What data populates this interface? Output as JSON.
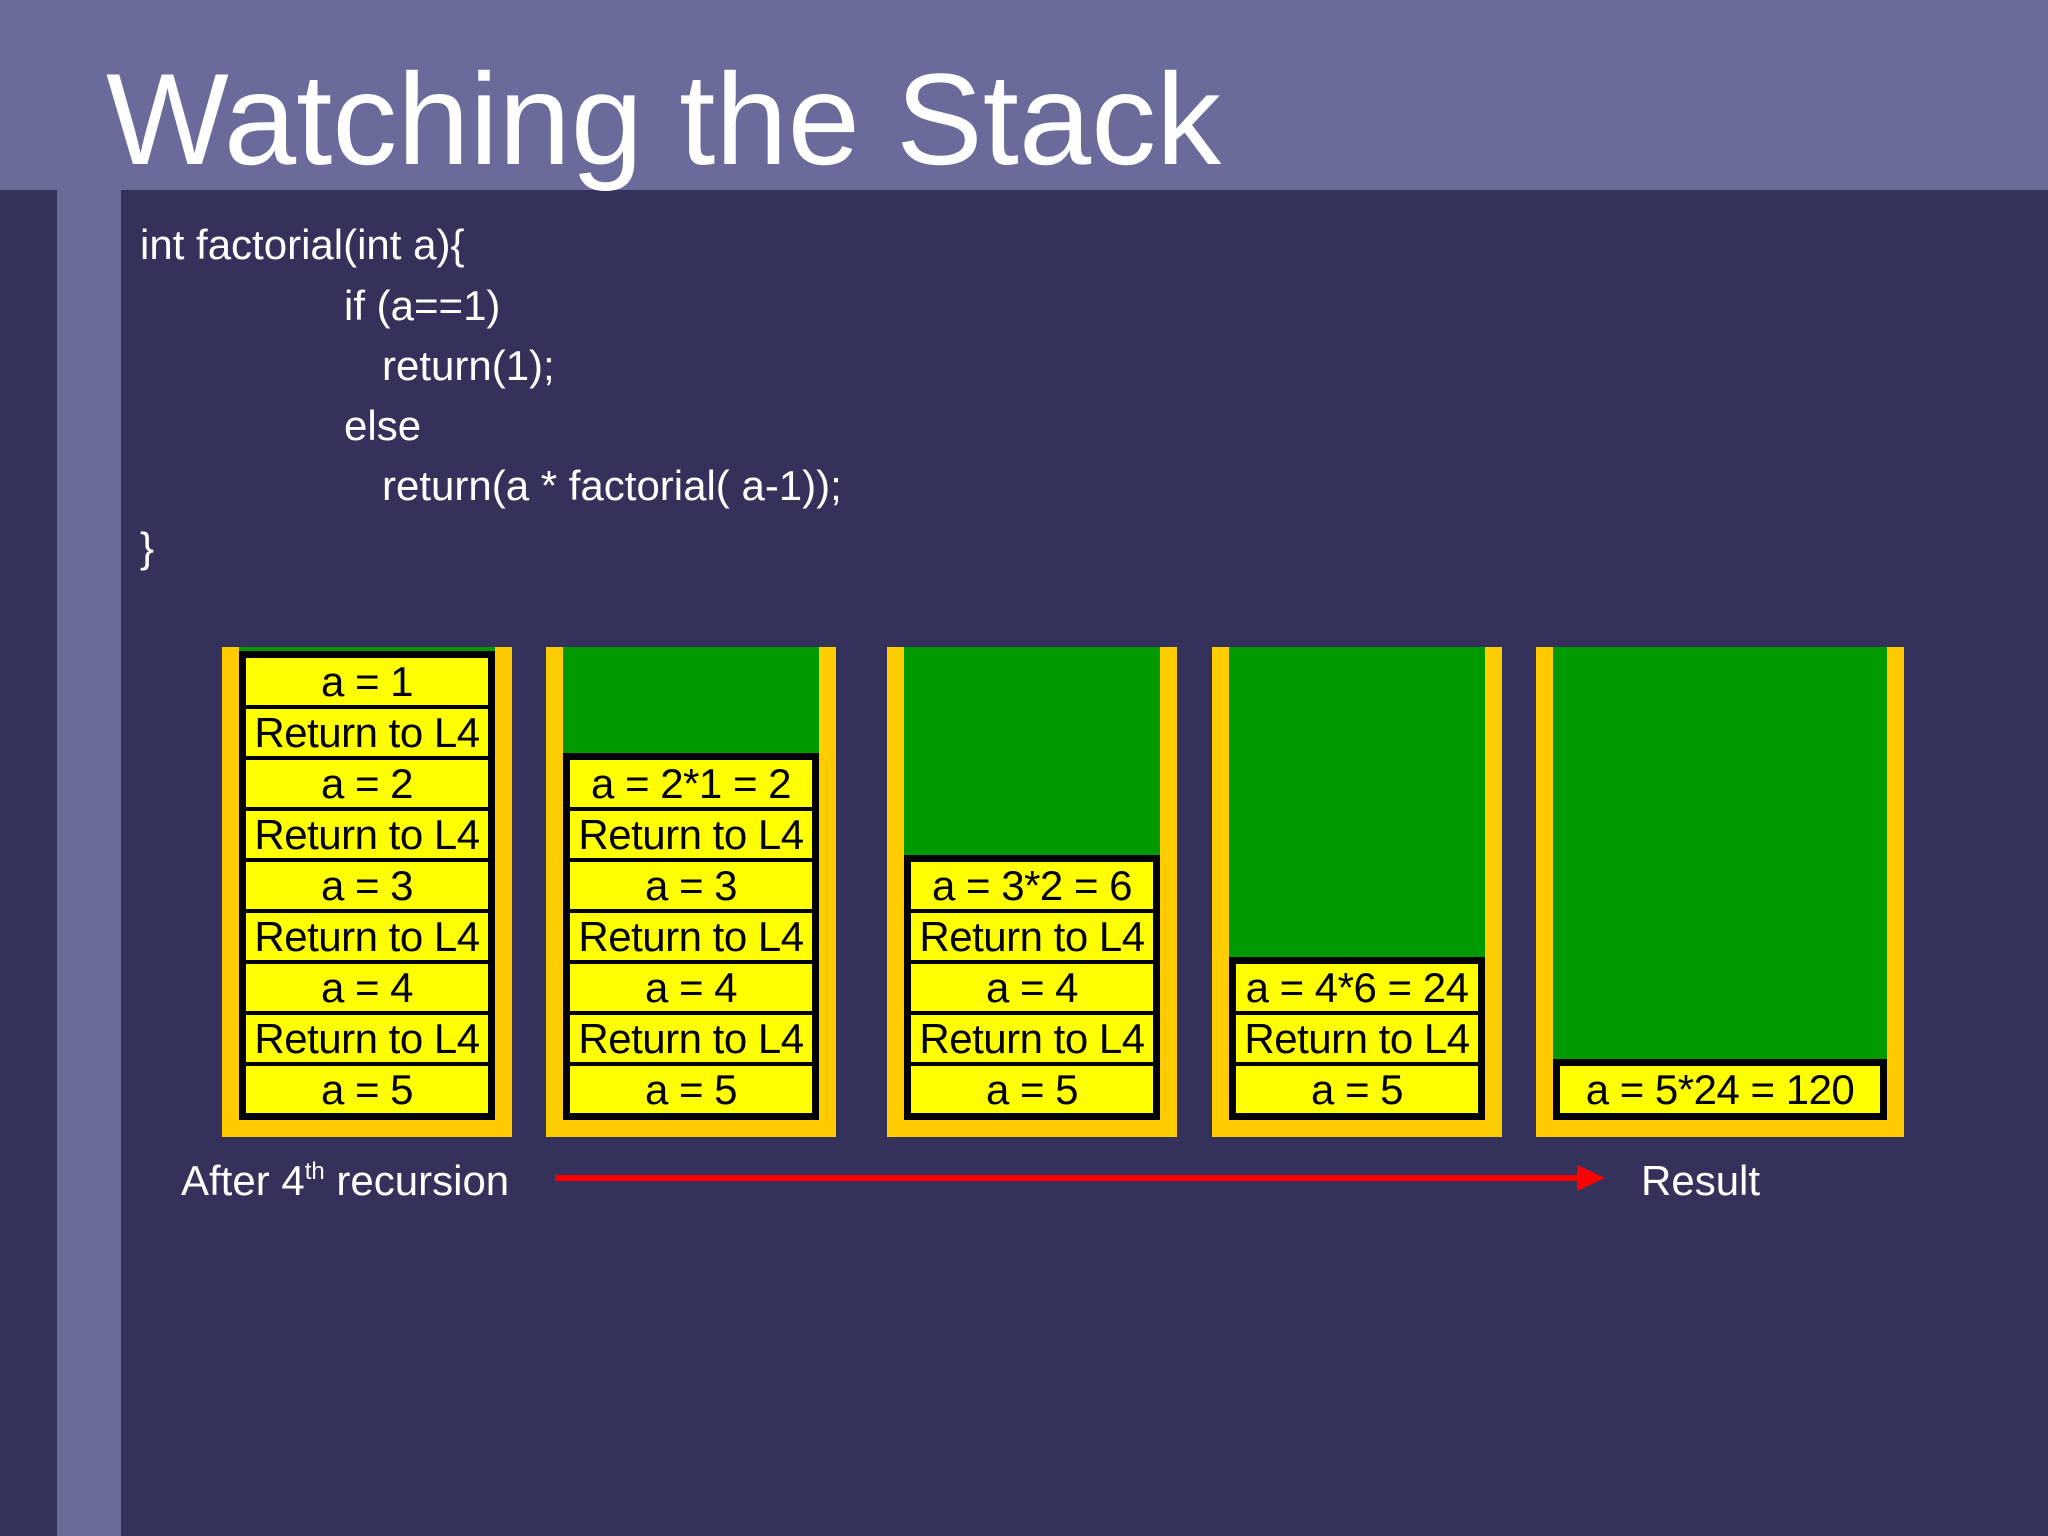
{
  "title": "Watching the Stack",
  "code": {
    "lines": [
      "int factorial(int a){",
      "if (a==1)",
      "return(1);",
      "else",
      "return(a * factorial( a-1));",
      "}"
    ]
  },
  "stacks": [
    {
      "cells": [
        "a = 1",
        "Return to L4",
        "a = 2",
        "Return to L4",
        "a = 3",
        "Return to L4",
        "a = 4",
        "Return to L4",
        "a = 5"
      ]
    },
    {
      "cells": [
        "a = 2*1 = 2",
        "Return to L4",
        "a = 3",
        "Return to L4",
        "a = 4",
        "Return to L4",
        "a = 5"
      ]
    },
    {
      "cells": [
        "a = 3*2 = 6",
        "Return to L4",
        "a = 4",
        "Return to L4",
        "a = 5"
      ]
    },
    {
      "cells": [
        "a = 4*6 = 24",
        "Return to L4",
        "a = 5"
      ]
    },
    {
      "cells": [
        "a = 5*24 = 120"
      ]
    }
  ],
  "caption_left": {
    "prefix": "After 4",
    "sup": "th",
    "suffix": " recursion"
  },
  "caption_right": "Result",
  "colors": {
    "background": "#34325a",
    "header": "#6a6a9b",
    "stack_border": "#ffcc00",
    "stack_empty": "#009900",
    "cell": "#ffff00",
    "arrow": "#ff0000"
  }
}
